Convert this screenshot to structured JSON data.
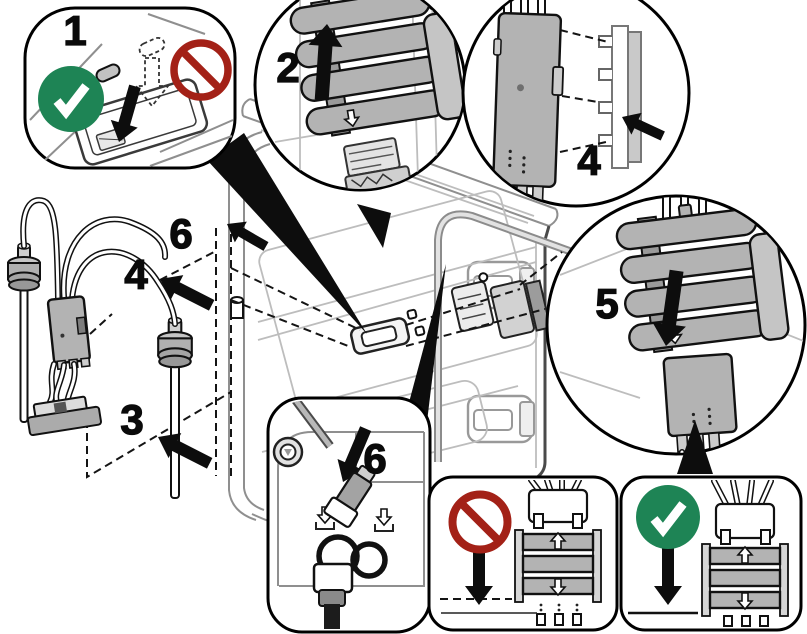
{
  "steps": {
    "s1": "1",
    "s2": "2",
    "s3": "3",
    "s4": "4",
    "s5": "5",
    "s6": "6"
  },
  "colors": {
    "ok_green": "#1e8455",
    "prohibit_red": "#a32117",
    "part_gray": "#b3b3b3",
    "outline_black": "#0d0d0d",
    "line_gray": "#8f8f8f",
    "background": "#ffffff"
  },
  "icons": {
    "correct": "check-icon",
    "incorrect": "prohibition-icon",
    "direction": "direction-arrow-icon"
  }
}
